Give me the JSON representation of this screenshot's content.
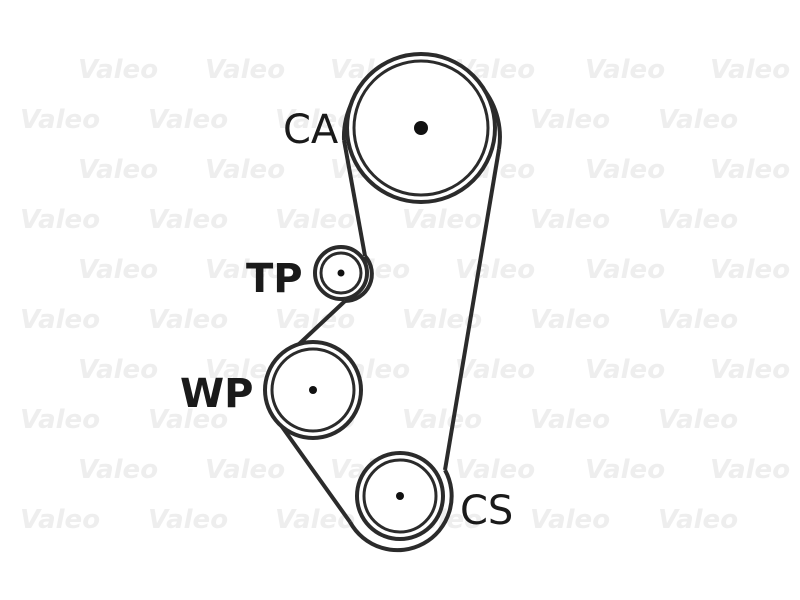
{
  "watermark": {
    "text": "Valeo"
  },
  "labels": {
    "camshaft": "CA",
    "tensioner": "TP",
    "water_pump": "WP",
    "crankshaft": "CS"
  },
  "colors": {
    "line": "#2b2b2b",
    "watermark": "#eeeeee",
    "background": "#ffffff"
  }
}
